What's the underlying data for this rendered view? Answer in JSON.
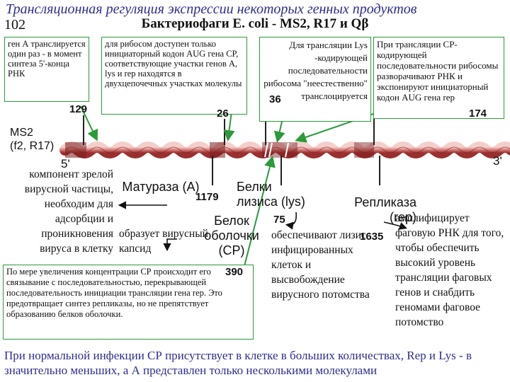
{
  "header": {
    "title": "Трансляционная регуляция экспрессии некоторых генных продуктов",
    "page_number": "102",
    "subtitle": "Бактериофаги E. coli - MS2, R17 и Qβ"
  },
  "boxes": {
    "gene_a": "ген А транслируется один раз - в момент синтеза 5'-конца РНК",
    "ribosome": "для рибосом доступен только инициаторный кодон AUG гена CP, соответствующие участки генов A, lys и rep находятся в двухцепочечных участках молекулы",
    "lys": "Для трансляции Lys -кодирующей последовательности рибосома \"неестественно\" транслоцируется",
    "cp_region": "При трансляции CP-кодирующей последовательности рибосомы разворачивают РНК и экспонируют инициаторный кодон AUG гена rep",
    "cp_protein": "По мере увеличения концентрации СР происходит его связывание с последовательностью, перекрывающей последовательность инициации трансляции гена rep. Это предотвращает синтез репликазы, но не препятствует образованию белков оболочки."
  },
  "rna": {
    "label_line1": "MS2",
    "label_line2": "(f2, R17)",
    "end5": "5'",
    "end3": "3'"
  },
  "positions": {
    "p129": "129",
    "p26": "26",
    "p36": "36",
    "p174": "174",
    "p1179": "1179",
    "p75": "75",
    "p1635": "1635",
    "p390": "390"
  },
  "proteins": {
    "maturase": "Матураза (A)",
    "lysis": "Белки лизиса (lys)",
    "coat": "Белок оболочки (CP)",
    "replicase": "Репликаза (rep)"
  },
  "functions": {
    "maturase": "компонент зрелой вирусной частицы, необходим для адсорбции и проникновения вируса в клетку",
    "coat": "образует вирусный капсид",
    "lysis": "обеспечивают лизис инфицированных клеток и высвобождение вирусного потомства",
    "replicase": "амплифицирует фаговую РНК для того, чтобы обеспечить высокий уровень трансляции фаговых генов и снабдить геномами фаговое потомство"
  },
  "footer": "При нормальной инфекции СР присутствует в клетке в больших количествах, Rep и Lys - в значительно меньших, а А представлен только несколькими молекулами",
  "colors": {
    "title": "#2e2d8f",
    "box_border": "#2a9a3a",
    "arrow": "#2a9a3a",
    "rna_fill": "#d9827e",
    "rna_dark": "#9b2f2f",
    "rna_light": "#f3cfcc"
  }
}
